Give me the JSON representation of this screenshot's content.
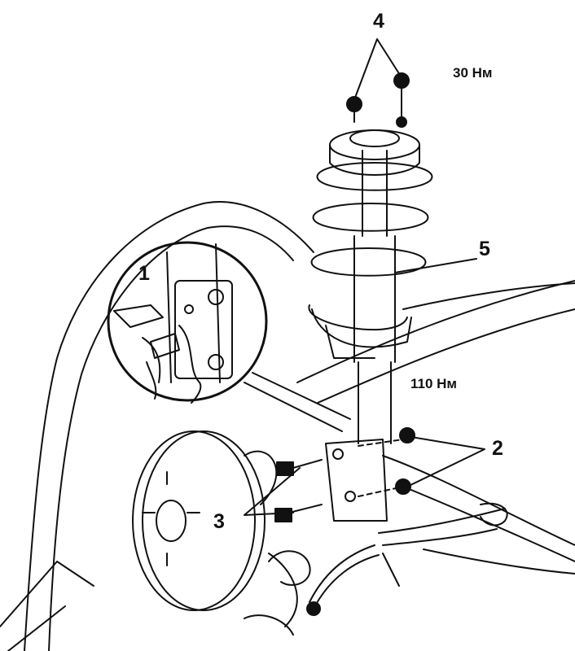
{
  "labels": {
    "n1": "1",
    "n2": "2",
    "n3": "3",
    "n4": "4",
    "n5": "5"
  },
  "torques": {
    "top_nut": "30 Нм",
    "knuckle_bolts": "110 Нм"
  },
  "colors": {
    "ink": "#111111",
    "paper": "#ffffff"
  }
}
